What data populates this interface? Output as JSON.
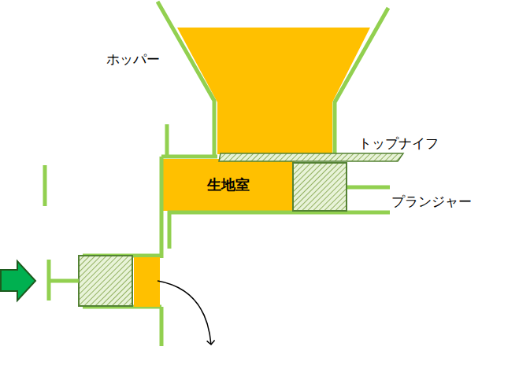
{
  "diagram": {
    "nodes": [
      {
        "text": [
          "生地室"
        ]
      }
    ],
    "labels": [
      "ホッパー",
      "トップナイフ",
      "プランジャー"
    ]
  }
}
